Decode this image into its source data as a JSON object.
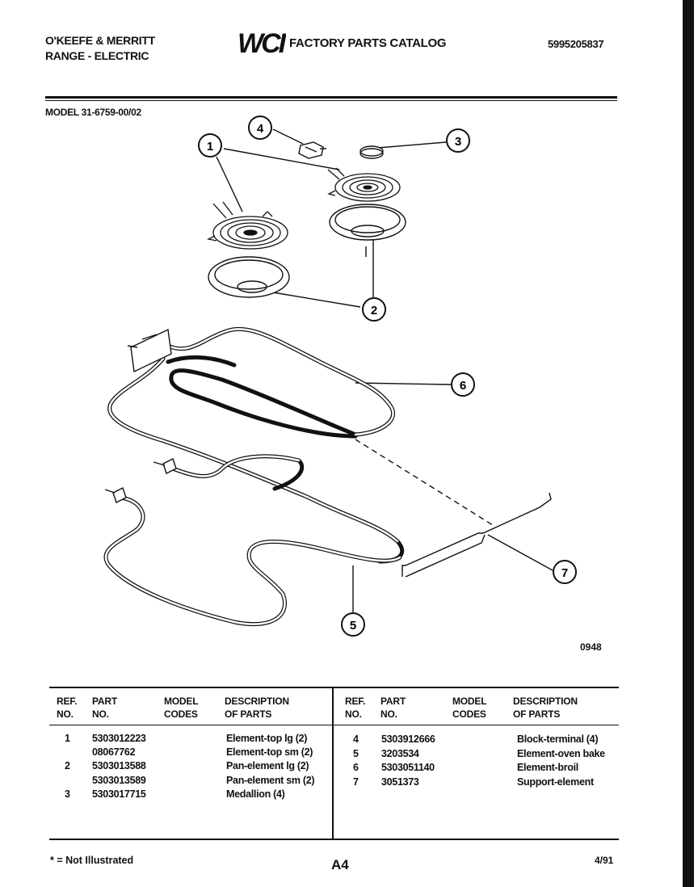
{
  "header": {
    "brand_line1": "O'KEEFE & MERRITT",
    "brand_line2": "RANGE - ELECTRIC",
    "logo_text": "WCI",
    "catalog_title": "FACTORY PARTS CATALOG",
    "doc_number": "5995205837",
    "model": "MODEL 31-6759-00/02"
  },
  "diagram": {
    "callouts": [
      "1",
      "2",
      "3",
      "4",
      "5",
      "6",
      "7"
    ],
    "figure_code": "0948"
  },
  "table": {
    "headers": {
      "ref": [
        "REF.",
        "NO."
      ],
      "part": [
        "PART",
        "NO."
      ],
      "model": [
        "MODEL",
        "CODES"
      ],
      "desc": [
        "DESCRIPTION",
        "OF PARTS"
      ]
    },
    "left_rows": [
      {
        "ref": "1",
        "part": "5303012223",
        "desc": "Element-top lg (2)"
      },
      {
        "ref": "",
        "part": "08067762",
        "desc": "Element-top sm (2)"
      },
      {
        "ref": "2",
        "part": "5303013588",
        "desc": "Pan-element lg (2)"
      },
      {
        "ref": "",
        "part": "5303013589",
        "desc": "Pan-element sm (2)"
      },
      {
        "ref": "3",
        "part": "5303017715",
        "desc": "Medallion (4)"
      }
    ],
    "right_rows": [
      {
        "ref": "4",
        "part": "5303912666",
        "desc": "Block-terminal (4)"
      },
      {
        "ref": "5",
        "part": "3203534",
        "desc": "Element-oven bake"
      },
      {
        "ref": "6",
        "part": "5303051140",
        "desc": "Element-broil"
      },
      {
        "ref": "7",
        "part": "3051373",
        "desc": "Support-element"
      }
    ]
  },
  "footer": {
    "note": "* = Not Illustrated",
    "page": "A4",
    "date": "4/91"
  }
}
